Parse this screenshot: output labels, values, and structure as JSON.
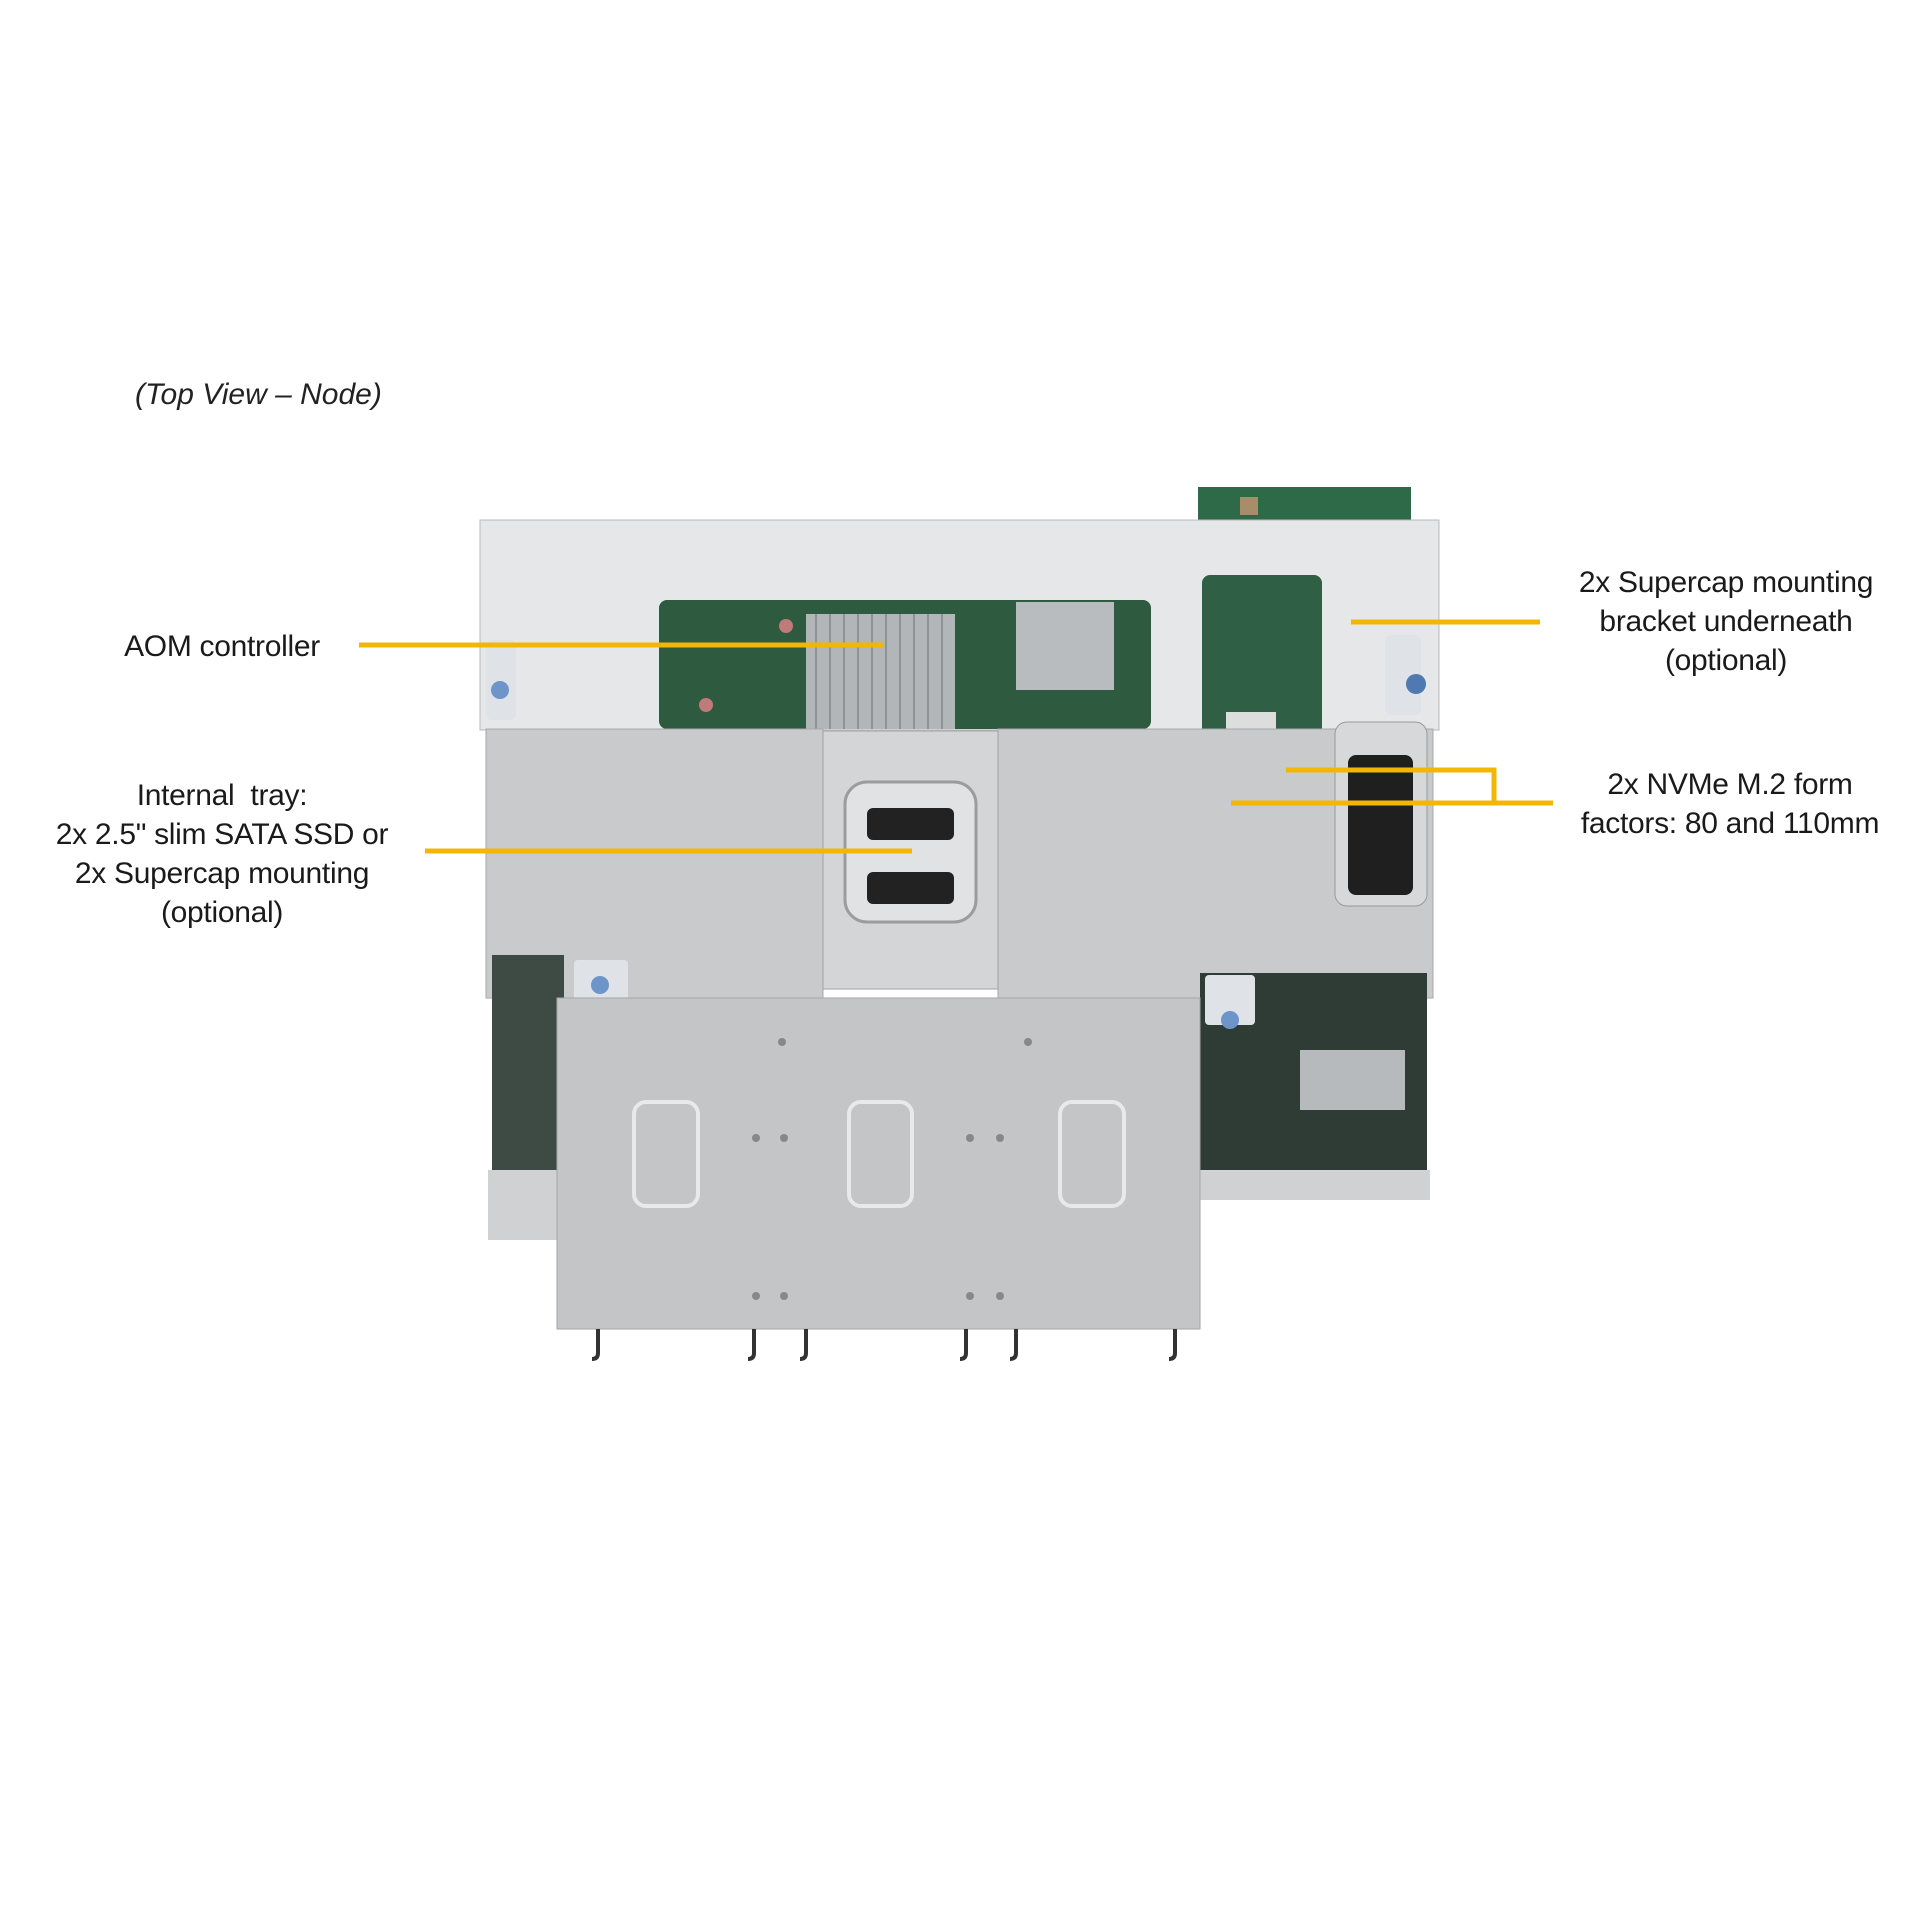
{
  "title": "(Top View – Node)",
  "callouts": {
    "aom": {
      "lines": [
        "AOM controller"
      ]
    },
    "tray": {
      "lines": [
        "Internal  tray:",
        "2x 2.5\" slim SATA SSD or",
        "2x Supercap mounting",
        "(optional)"
      ]
    },
    "supercap": {
      "lines": [
        "2x Supercap mounting",
        "bracket underneath",
        "(optional)"
      ]
    },
    "nvme": {
      "lines": [
        "2x NVMe M.2 form",
        "factors: 80 and 110mm"
      ]
    }
  },
  "colors": {
    "leader_line": "#f2b705",
    "chassis": "#c9cbcd",
    "pcb": "#2f5a3e"
  }
}
